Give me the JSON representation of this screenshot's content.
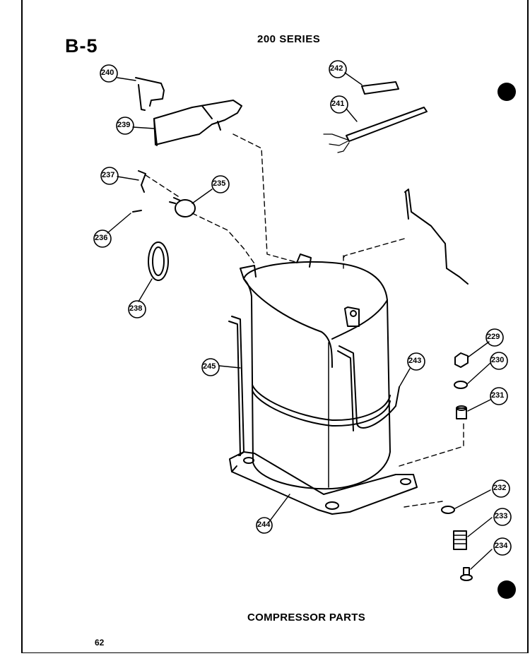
{
  "header": {
    "page_code": "B-5",
    "series": "200 SERIES"
  },
  "footer": {
    "caption": "COMPRESSOR PARTS",
    "page_number": "62"
  },
  "callouts": [
    "240",
    "239",
    "237",
    "235",
    "236",
    "238",
    "242",
    "241",
    "245",
    "243",
    "244",
    "229",
    "230",
    "231",
    "232",
    "233",
    "234"
  ]
}
